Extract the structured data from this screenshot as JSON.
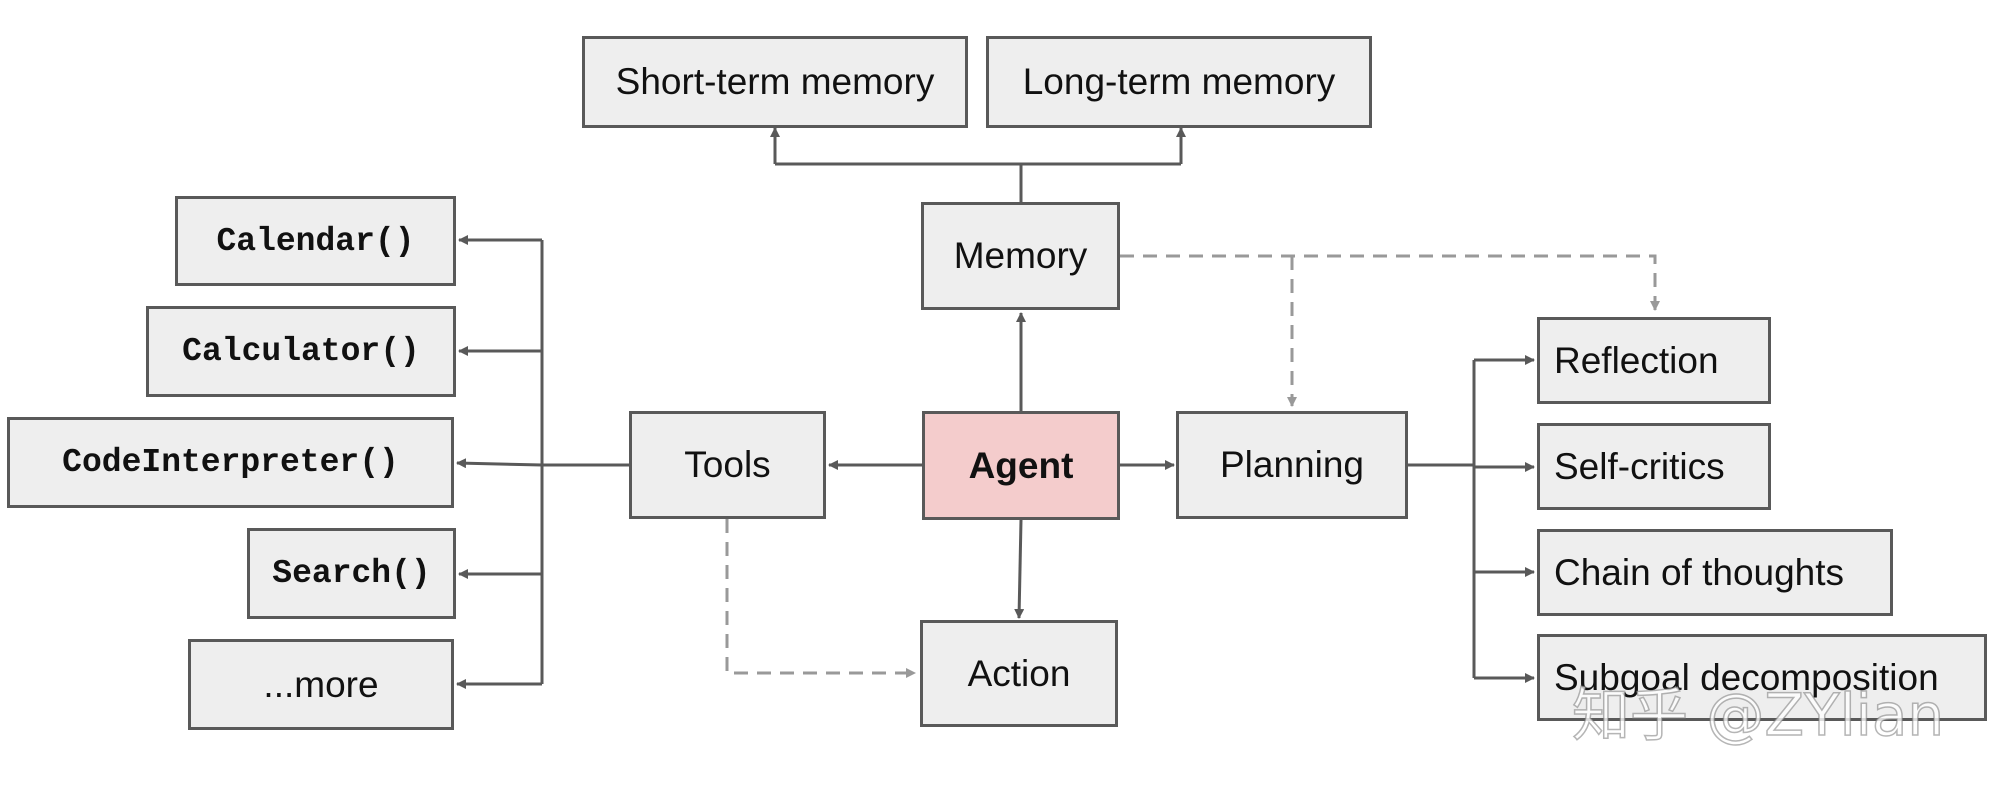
{
  "nodes": {
    "short_term_memory": "Short-term memory",
    "long_term_memory": "Long-term memory",
    "memory": "Memory",
    "agent": "Agent",
    "tools": "Tools",
    "planning": "Planning",
    "action": "Action",
    "calendar": "Calendar()",
    "calculator": "Calculator()",
    "code_interpreter": "CodeInterpreter()",
    "search": "Search()",
    "more": "...more",
    "reflection": "Reflection",
    "self_critics": "Self-critics",
    "chain_of_thoughts": "Chain of thoughts",
    "subgoal_decomposition": "Subgoal decomposition"
  },
  "watermark": "知乎 @ZYlian",
  "colors": {
    "box_fill": "#eeeeee",
    "agent_fill": "#f4cccc",
    "border": "#595959",
    "dashed": "#999999"
  }
}
